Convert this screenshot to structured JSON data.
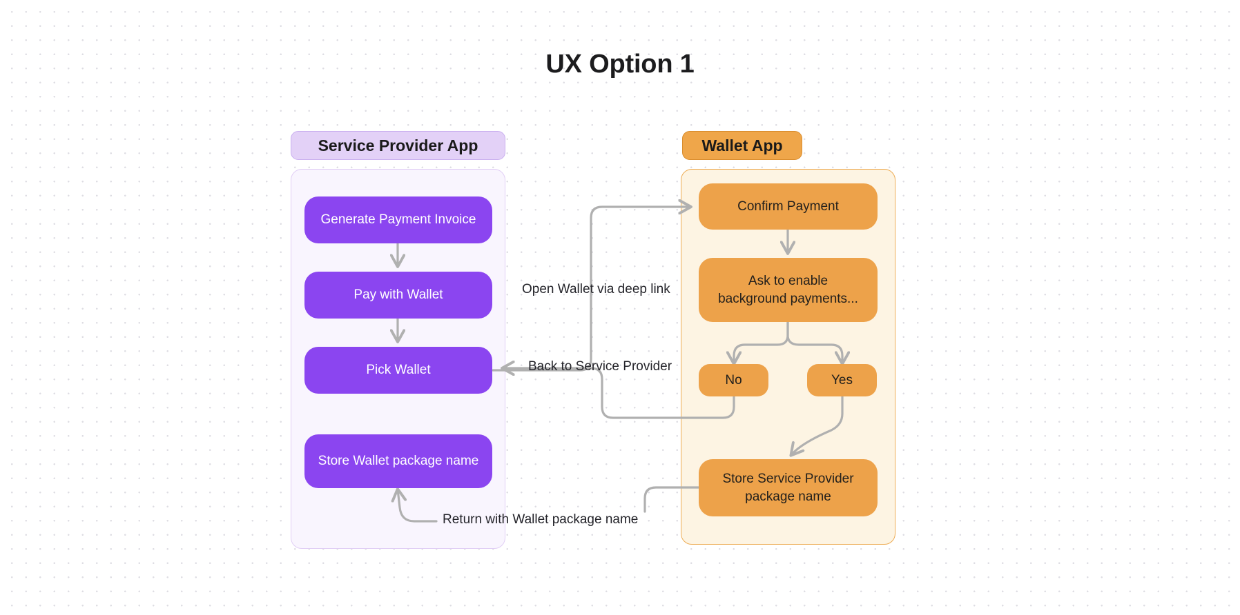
{
  "page": {
    "title": "UX Option 1",
    "background": "#ffffff",
    "dot_grid_color": "#dedde3"
  },
  "colors": {
    "purple_node": "#8b45f0",
    "purple_lane_bg": "#f9f5fe",
    "purple_lane_border": "#e0cdf5",
    "purple_header_bg": "#e3d1f7",
    "orange_node": "#eda24a",
    "orange_lane_bg": "#fdf4e3",
    "orange_lane_border": "#edab52",
    "orange_header_bg": "#efa64a",
    "edge_stroke": "#b0b0b0",
    "text_dark": "#1c1c1e",
    "text_light": "#ffffff"
  },
  "lanes": [
    {
      "id": "service-provider",
      "header": "Service Provider App",
      "nodes": [
        {
          "id": "generate-payment-invoice",
          "label": "Generate Payment Invoice"
        },
        {
          "id": "pay-with-wallet",
          "label": "Pay with Wallet"
        },
        {
          "id": "pick-wallet",
          "label": "Pick Wallet"
        },
        {
          "id": "store-wallet-package-name",
          "label": "Store Wallet package name"
        }
      ]
    },
    {
      "id": "wallet",
      "header": "Wallet App",
      "nodes": [
        {
          "id": "confirm-payment",
          "label": "Confirm Payment"
        },
        {
          "id": "ask-enable-background-payments",
          "label": "Ask to enable background payments..."
        },
        {
          "id": "branch-no",
          "label": "No"
        },
        {
          "id": "branch-yes",
          "label": "Yes"
        },
        {
          "id": "store-service-provider-package-name",
          "label": "Store Service Provider package name"
        }
      ]
    }
  ],
  "edge_labels": [
    {
      "id": "open-wallet-deep-link",
      "label": "Open Wallet via deep link"
    },
    {
      "id": "back-to-service-provider",
      "label": "Back to Service Provider"
    },
    {
      "id": "return-with-wallet-package-name",
      "label": "Return with Wallet package name"
    }
  ]
}
